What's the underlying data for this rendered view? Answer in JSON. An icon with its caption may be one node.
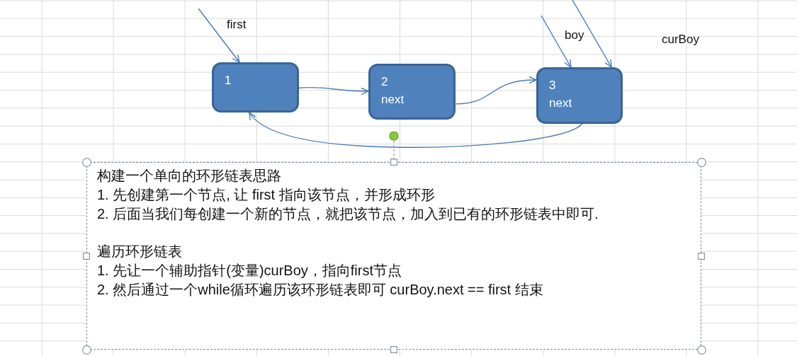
{
  "diagram": {
    "nodes": [
      {
        "text": [
          "1"
        ]
      },
      {
        "text": [
          "2",
          "next"
        ]
      },
      {
        "text": [
          "3",
          "next"
        ]
      },
      {
        "text": [
          "构建一个单向的环形链表思路",
          "1. 先创建第一个节点, 让 first 指向该节点，并形成环形",
          "2. 后面当我们每创建一个新的节点，就把该节点，加入到已有的环形链表中即可.",
          "遍历环形链表",
          "1. 先让一个辅助指针(变量)curBoy，指向first节点",
          "2. 然后通过一个while循环遍历该环形链表即可 curBoy.next == first 结束"
        ]
      }
    ],
    "edges": [
      {
        "from": null,
        "to": 0,
        "arrow": "to",
        "label": "first"
      },
      {
        "from": null,
        "to": 2,
        "arrow": "to",
        "label": "boy"
      },
      {
        "from": null,
        "to": 2,
        "arrow": "to"
      },
      {
        "from": 0,
        "to": 1,
        "arrow": "to"
      },
      {
        "from": 1,
        "to": 2,
        "arrow": "to"
      },
      {
        "from": 2,
        "to": 0,
        "arrow": "to"
      }
    ],
    "labels": [
      "curBoy"
    ]
  }
}
